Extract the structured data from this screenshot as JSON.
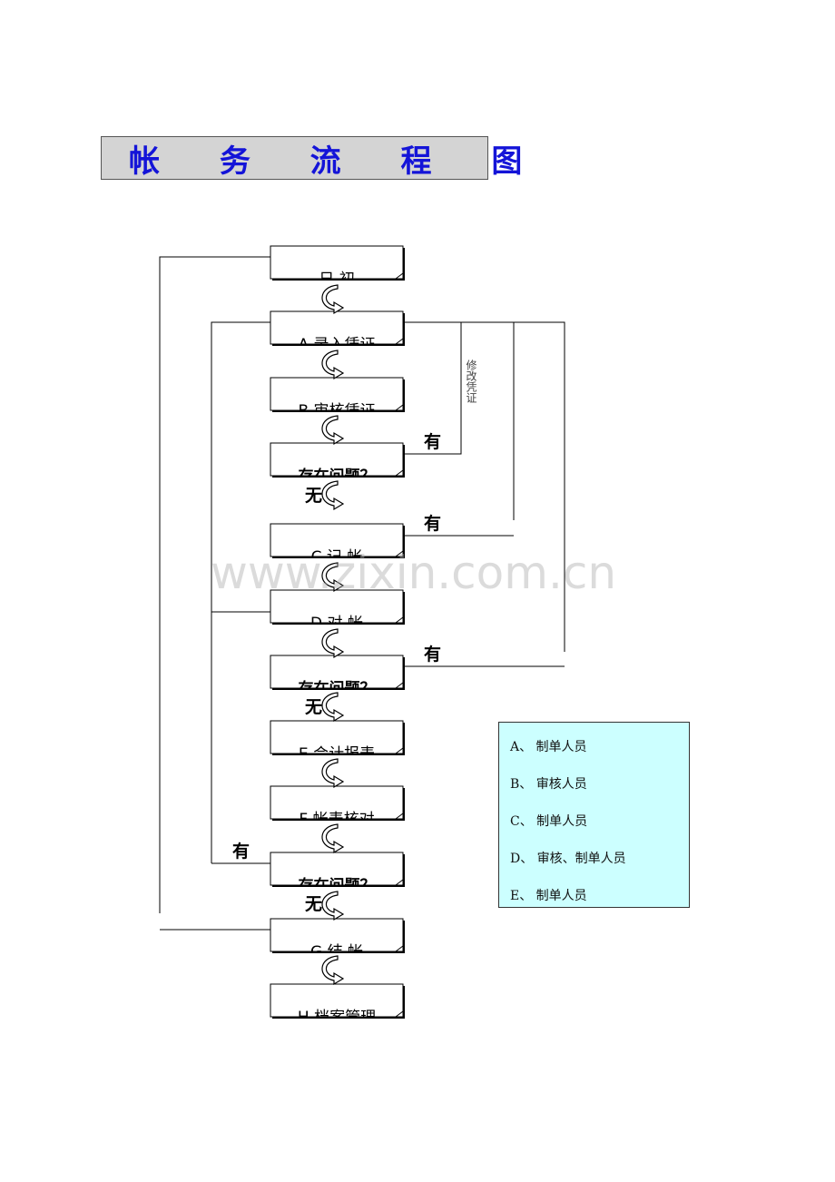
{
  "title": "帐 务 流 程 图",
  "title_icon": "loop-arrows-icon",
  "steps": [
    {
      "id": "start",
      "label": "日  初"
    },
    {
      "id": "A",
      "label": "A 录入凭证"
    },
    {
      "id": "B",
      "label": "B 审核凭证"
    },
    {
      "id": "Q1",
      "label": "存在问题？"
    },
    {
      "id": "C",
      "label": "C 记  帐"
    },
    {
      "id": "D",
      "label": "D 对  帐"
    },
    {
      "id": "Q2",
      "label": "存在问题？"
    },
    {
      "id": "E",
      "label": "E 会计报表"
    },
    {
      "id": "F",
      "label": "F 帐表核对"
    },
    {
      "id": "Q3",
      "label": "存在问题？"
    },
    {
      "id": "G",
      "label": "G 结  帐"
    },
    {
      "id": "H",
      "label": "H 档案管理"
    }
  ],
  "branch_labels": {
    "yes": "有",
    "no": "无"
  },
  "side_note": "修改凭证",
  "legend": [
    "A、 制单人员",
    "B、 审核人员",
    "C、 制单人员",
    "D、 审核、制单人员",
    "E、  制单人员"
  ],
  "watermark": "www.zixin.com.cn",
  "colors": {
    "title_text": "#1414d8",
    "title_bg": "#d4d4d4",
    "legend_bg": "#ccffff",
    "line": "#000000"
  }
}
